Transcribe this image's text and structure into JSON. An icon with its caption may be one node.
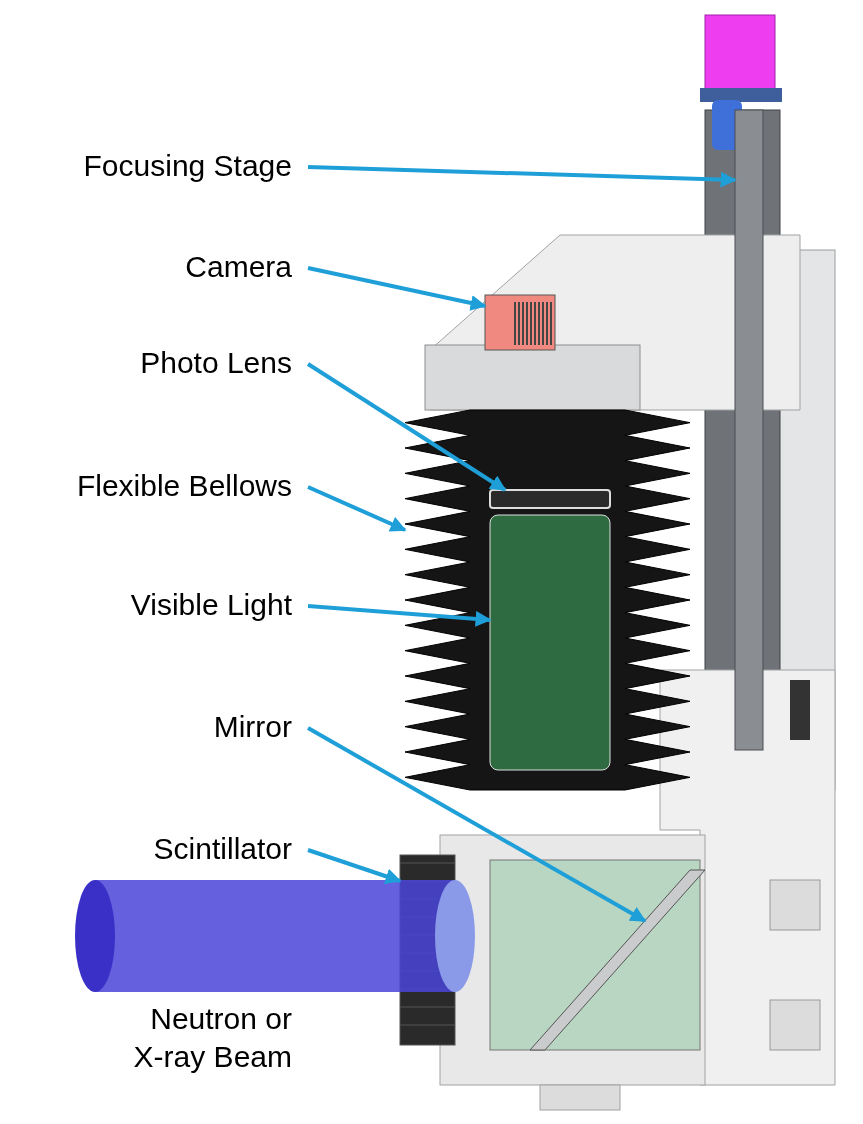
{
  "diagram": {
    "nodes": [
      {
        "text": [
          "Focusing Stage"
        ]
      },
      {
        "text": [
          "Camera"
        ]
      },
      {
        "text": [
          "Photo Lens"
        ]
      },
      {
        "text": [
          "Flexible Bellows"
        ]
      },
      {
        "text": [
          "Visible Light"
        ]
      },
      {
        "text": [
          "Mirror"
        ]
      },
      {
        "text": [
          "Scintillator"
        ]
      },
      {
        "text": [],
        "shape": "bar"
      },
      {
        "text": [],
        "shape": "box"
      },
      {
        "text": [],
        "shape": "cylinder",
        "in": 10
      },
      {
        "text": [],
        "shape": "picture"
      },
      {
        "text": [],
        "shape": "cylinder",
        "in": 10
      },
      {
        "text": [],
        "shape": "bar"
      },
      {
        "text": [],
        "shape": "box"
      }
    ],
    "edges": [
      {
        "from": 0,
        "to": 7,
        "arrow": "to"
      },
      {
        "from": 1,
        "to": 8,
        "arrow": "to"
      },
      {
        "from": 2,
        "to": 9,
        "arrow": "to"
      },
      {
        "from": 3,
        "to": 10,
        "arrow": "to"
      },
      {
        "from": 4,
        "to": 11,
        "arrow": "to"
      },
      {
        "from": 5,
        "to": 12,
        "arrow": "to"
      },
      {
        "from": 6,
        "to": 13,
        "arrow": "to"
      }
    ],
    "labels": [
      "Neutron or X-ray Beam"
    ]
  }
}
